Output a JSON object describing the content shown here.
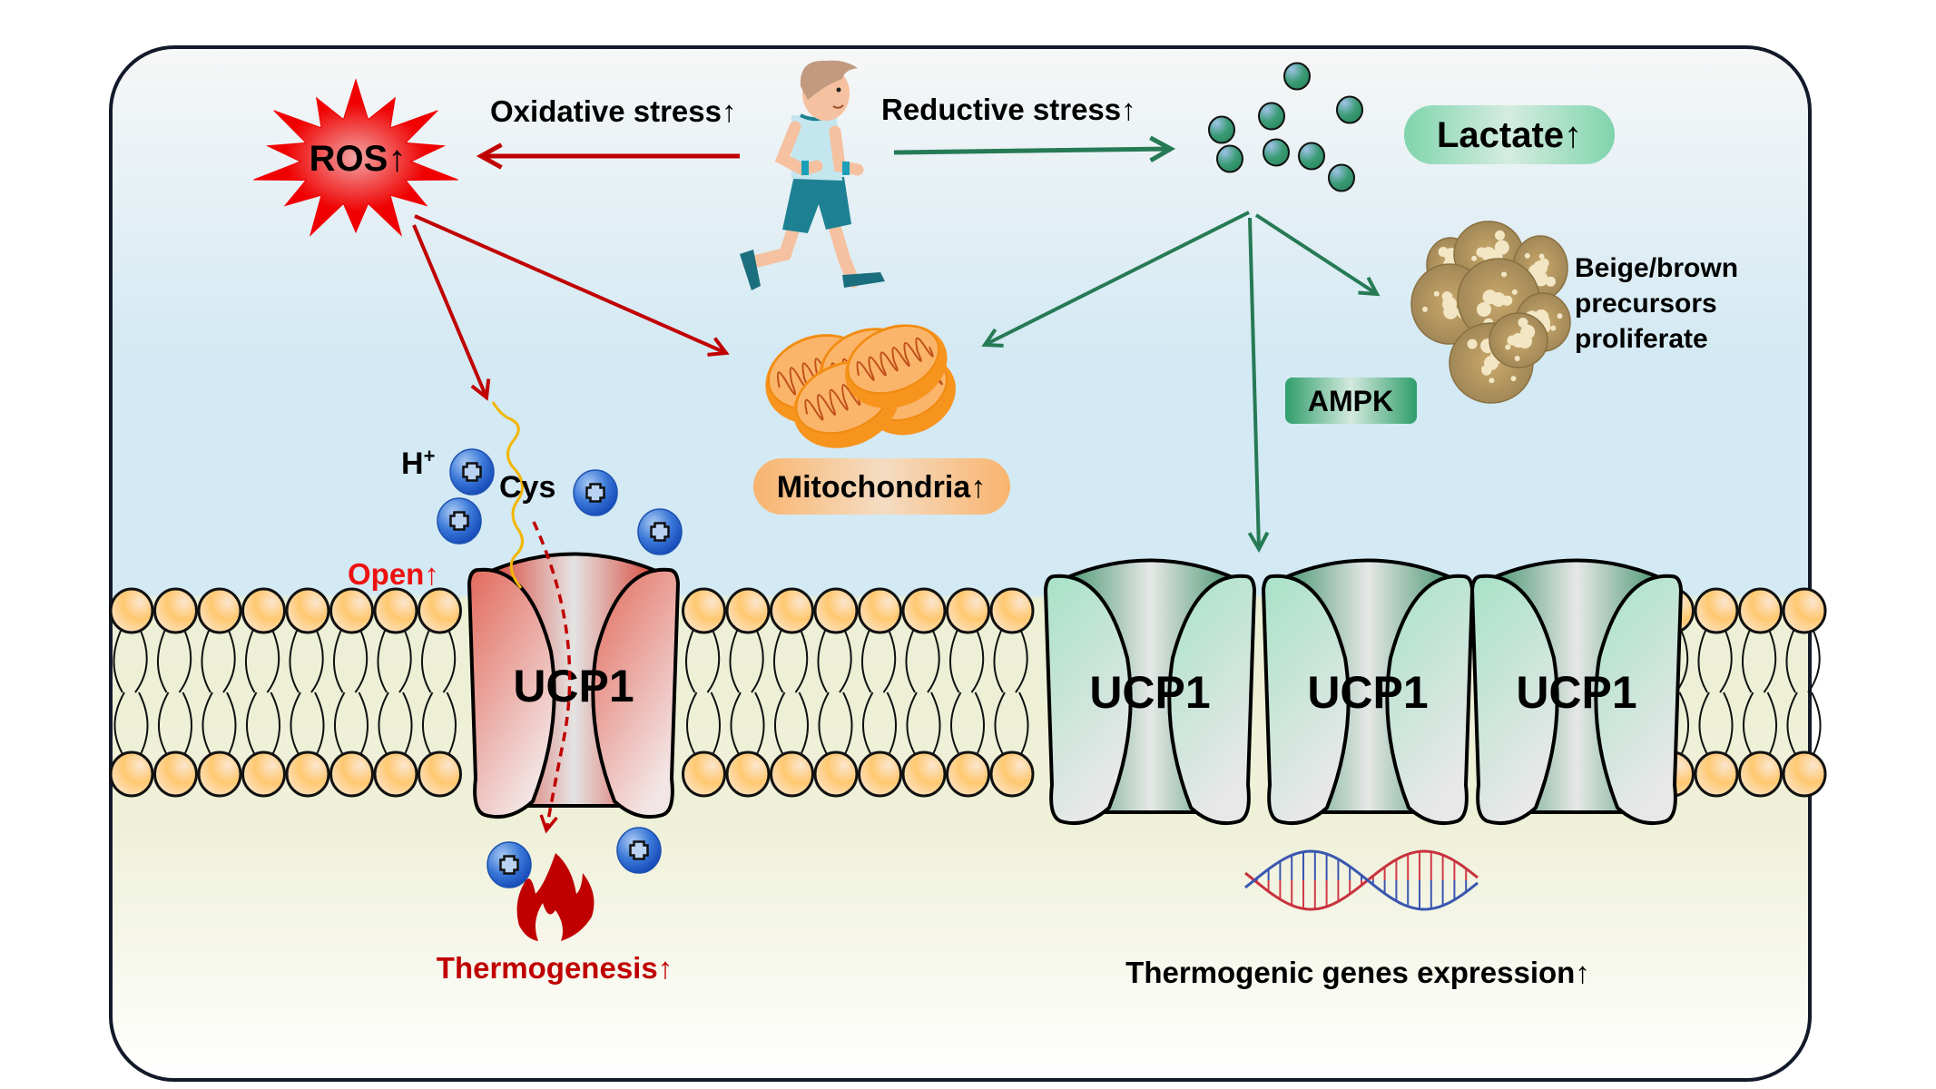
{
  "title": "Exercise-induced ROS and lactate regulate UCP1 thermogenesis",
  "top": {
    "oxidative_label": "Oxidative stress↑",
    "reductive_label": "Reductive stress↑",
    "ros_label": "ROS↑",
    "lactate_label": "Lactate↑",
    "runner_icon": "running-person-icon"
  },
  "middle": {
    "mitochondria_label": "Mitochondria↑",
    "ampk_label": "AMPK",
    "precursors_lines": [
      "Beige/brown",
      "precursors",
      "proliferate"
    ]
  },
  "membrane": {
    "proton_label": "H",
    "proton_superscript": "+",
    "cys_label": "Cys",
    "open_label": "Open↑",
    "ucp1_active_label": "UCP1",
    "ucp1_labels": [
      "UCP1",
      "UCP1",
      "UCP1"
    ]
  },
  "bottom": {
    "thermogenesis_label": "Thermogenesis↑",
    "genes_label": "Thermogenic genes expression↑"
  },
  "colors": {
    "red_arrow": "#c00000",
    "green_arrow": "#267a55",
    "ros_red": "#f00000",
    "ucp1_red": "#e06050",
    "ucp1_green": "#4a9a75",
    "lactate_green": "#7fd4ac",
    "mito_orange": "#f7941d",
    "lipid_head": "#ffc870",
    "ion_blue": "#1f5fd0",
    "open_red": "#ee1111",
    "thermo_red": "#c00000",
    "sky": "#d3e9f3",
    "cytosol": "#eef0d6"
  }
}
